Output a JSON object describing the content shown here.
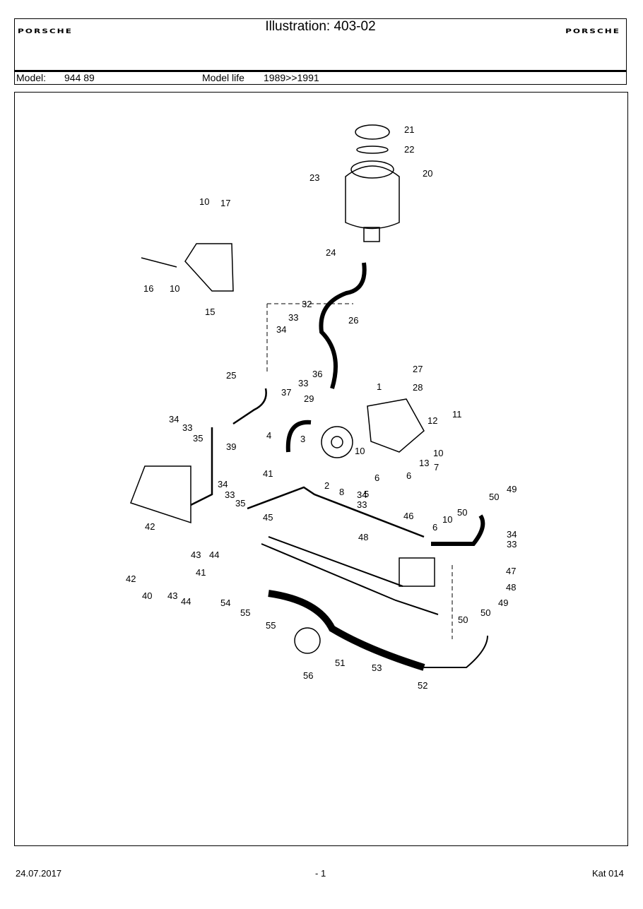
{
  "header": {
    "brand_left": "PORSCHE",
    "brand_right": "PORSCHE",
    "title": "Illustration: 403-02",
    "model_label": "Model:",
    "model_value": "944 89",
    "model_life_label": "Model life",
    "model_life_value": "1989>>1991"
  },
  "callouts": [
    "21",
    "22",
    "20",
    "23",
    "10",
    "17",
    "16",
    "10",
    "15",
    "24",
    "26",
    "32",
    "33",
    "34",
    "25",
    "36",
    "33",
    "37",
    "27",
    "28",
    "29",
    "1",
    "11",
    "12",
    "34",
    "33",
    "35",
    "39",
    "4",
    "3",
    "10",
    "10",
    "13",
    "6",
    "7",
    "41",
    "6",
    "5",
    "2",
    "8",
    "34",
    "33",
    "46",
    "34",
    "33",
    "35",
    "45",
    "42",
    "43",
    "44",
    "41",
    "42",
    "40",
    "43",
    "44",
    "48",
    "50",
    "49",
    "10",
    "50",
    "6",
    "34",
    "33",
    "47",
    "48",
    "54",
    "55",
    "55",
    "51",
    "56",
    "53",
    "52",
    "50",
    "49",
    "50"
  ],
  "footer": {
    "date": "24.07.2017",
    "page": "- 1",
    "catalog": "Kat 014"
  }
}
